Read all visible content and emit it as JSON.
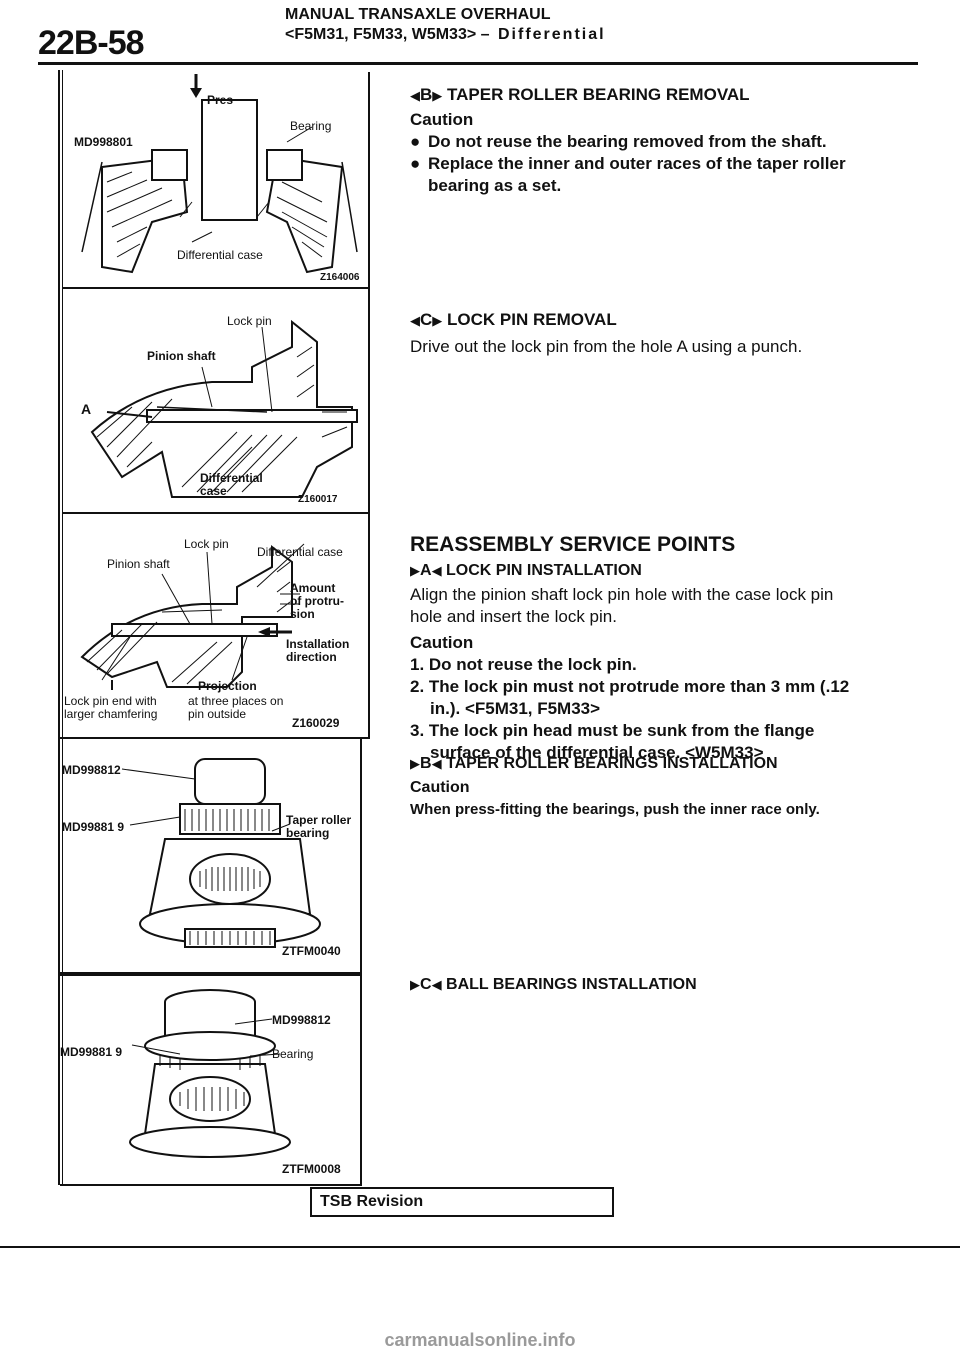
{
  "header": {
    "page_number": "22B-58",
    "title": "MANUAL TRANSAXLE OVERHAUL",
    "subtitle_models": "<F5M31, F5M33, W5M33>",
    "subtitle_section": "– Differential"
  },
  "figures": {
    "fig1": {
      "pres": "Pres",
      "bearing": "Bearing",
      "tool": "MD998801",
      "case": "Differential case",
      "code": "Z164006"
    },
    "fig2": {
      "lock_pin": "Lock pin",
      "pinion_shaft": "Pinion shaft",
      "a": "A",
      "case1": "Differential",
      "case2": "case",
      "code": "Z160017"
    },
    "fig3": {
      "lock_pin": "Lock pin",
      "diff_case": "Differential case",
      "pinion_shaft": "Pinion shaft",
      "amount1": "Amount",
      "amount2": "of protru-",
      "amount3": "sion",
      "install1": "Installation",
      "install2": "direction",
      "projection": "Projection",
      "proj_sub1": "at three places on",
      "proj_sub2": "pin outside",
      "lockend1": "Lock pin end with",
      "lockend2": "larger chamfering",
      "code": "Z160029"
    },
    "fig4": {
      "tool1": "MD998812",
      "tool2": "MD99881 9",
      "bearing1": "Taper roller",
      "bearing2": "bearing",
      "code": "ZTFM0040"
    },
    "fig5": {
      "tool1": "MD998812",
      "tool2": "MD99881 9",
      "bearing": "Bearing",
      "code": "ZTFM0008"
    }
  },
  "sections": {
    "taper_removal": {
      "letter": "B",
      "title": "TAPER ROLLER BEARING REMOVAL",
      "caution": "Caution",
      "items": [
        "Do not reuse the bearing removed from the shaft.",
        "Replace the inner and outer races of the taper roller bearing as a set."
      ]
    },
    "lock_removal": {
      "letter": "C",
      "title": "LOCK PIN REMOVAL",
      "text": "Drive out the lock pin from the hole A using a punch."
    },
    "reassembly": {
      "title": "REASSEMBLY SERVICE POINTS",
      "lock_install": {
        "letter": "A",
        "title": "LOCK PIN INSTALLATION",
        "text1": "Align the pinion shaft lock pin hole with the case lock pin",
        "text2": "hole and insert the lock pin.",
        "caution": "Caution",
        "item1": "1. Do not reuse the lock pin.",
        "item2a": "2. The lock pin must not protrude more than 3 mm (.12",
        "item2b": "in.). <F5M31, F5M33>",
        "item3a": "3. The lock pin head must be sunk from the flange",
        "item3b": "surface of the differential case. <W5M33>"
      },
      "taper_install": {
        "letter": "B",
        "title": "TAPER ROLLER BEARINGS INSTALLATION",
        "caution": "Caution",
        "text": "When press-fitting the bearings, push the inner race only."
      },
      "ball_install": {
        "letter": "C",
        "title": "BALL BEARINGS INSTALLATION"
      }
    }
  },
  "footer": {
    "revision": "TSB Revision",
    "watermark": "carmanualsonline.info"
  }
}
